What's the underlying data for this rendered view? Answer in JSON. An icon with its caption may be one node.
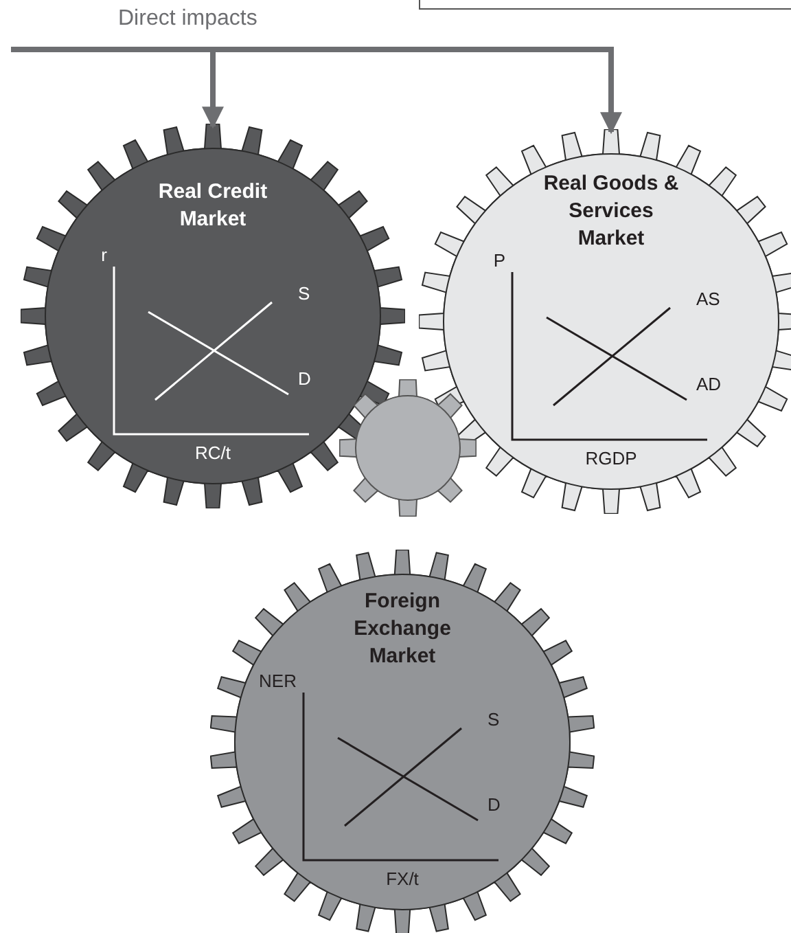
{
  "diagram": {
    "nodes": [
      {
        "text": [],
        "shape": "box"
      },
      {
        "text": [
          "Real Credit Market",
          "r",
          "S",
          "D",
          "RC/t"
        ]
      },
      {
        "text": [
          "Real Goods & Services Market",
          "P",
          "AS",
          "AD",
          "RGDP"
        ]
      },
      {
        "text": [],
        "shape": "gear"
      },
      {
        "text": [
          "Foreign Exchange Market",
          "NER",
          "S",
          "D",
          "FX/t"
        ]
      }
    ],
    "edges": [
      {
        "from": null,
        "to": 1,
        "arrow": "to",
        "label": "Direct impacts"
      },
      {
        "from": null,
        "to": 2,
        "arrow": "to"
      }
    ]
  }
}
